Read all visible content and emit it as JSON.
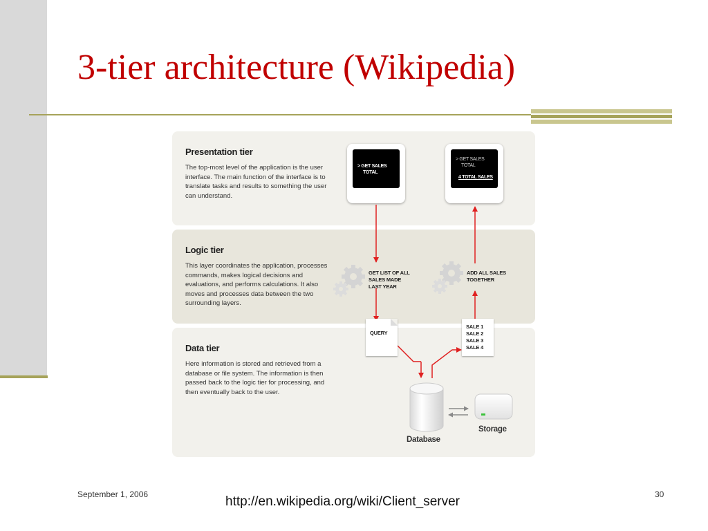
{
  "slide": {
    "title": "3-tier architecture (Wikipedia)",
    "footer_date": "September 1, 2006",
    "footer_url": "http://en.wikipedia.org/wiki/Client_server",
    "page_number": "30"
  },
  "diagram": {
    "tiers": [
      {
        "heading": "Presentation tier",
        "description": "The top-most level of the application is the user interface. The main function of the interface is to translate tasks and results to something the user can understand."
      },
      {
        "heading": "Logic tier",
        "description": "This layer coordinates the application, processes commands, makes logical decisions and evaluations, and performs calculations. It also moves and processes data between the two surrounding layers."
      },
      {
        "heading": "Data tier",
        "description": "Here information is stored and retrieved from a database or file system. The information is then passed back to the logic tier for processing, and then eventually back to the user."
      }
    ],
    "screen1": {
      "line1": "> GET SALES",
      "line2": "TOTAL"
    },
    "screen2": {
      "line1": "> GET SALES",
      "line2": "TOTAL",
      "line3": "4 TOTAL SALES"
    },
    "logic_left": {
      "line1": "GET LIST OF ALL",
      "line2": "SALES MADE",
      "line3": "LAST YEAR"
    },
    "logic_right": {
      "line1": "ADD ALL SALES",
      "line2": "TOGETHER"
    },
    "query_doc": "QUERY",
    "sales_doc": [
      "SALE 1",
      "SALE 2",
      "SALE 3",
      "SALE 4"
    ],
    "database_label": "Database",
    "storage_label": "Storage",
    "colors": {
      "arrow": "#e02020",
      "title": "#c00000",
      "accent": "#a6a35a"
    }
  }
}
